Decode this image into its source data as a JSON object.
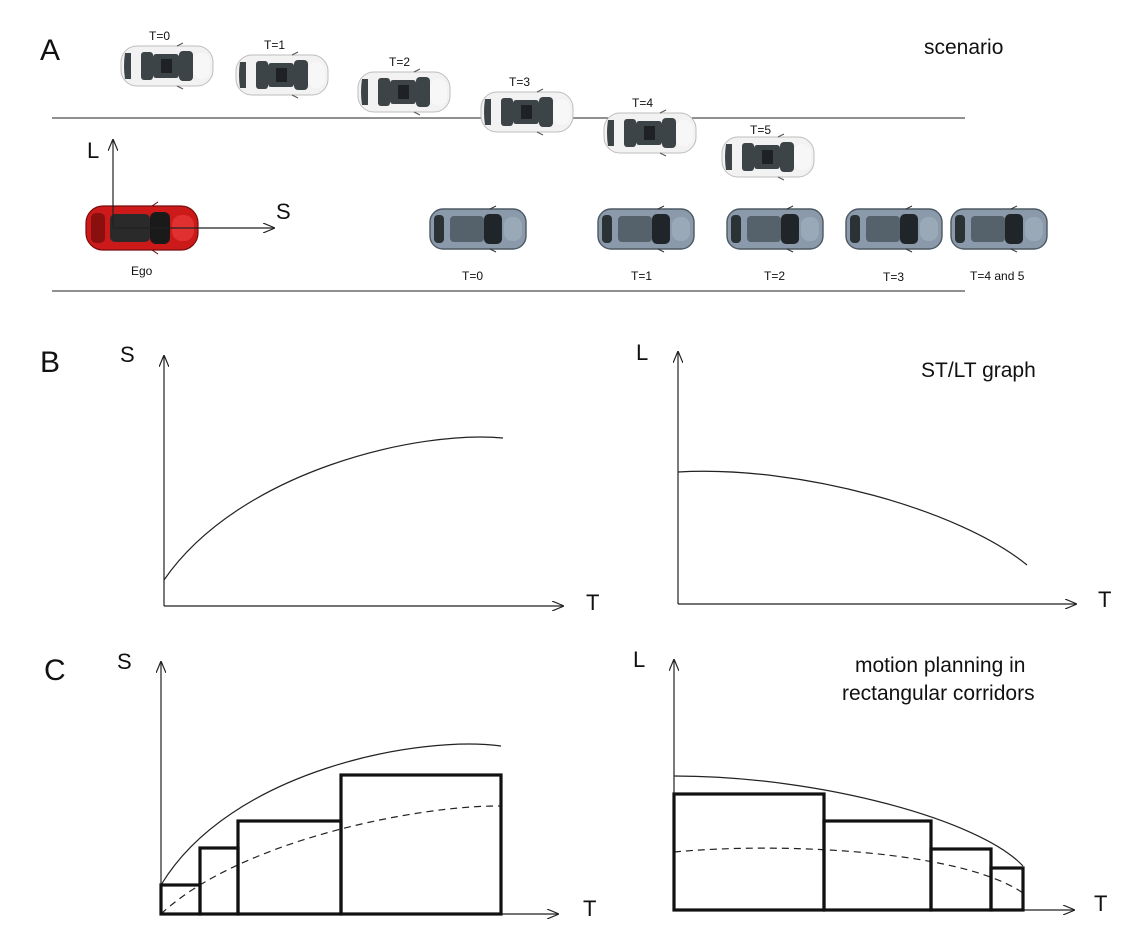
{
  "panels": {
    "a": {
      "label": "A",
      "title": "scenario",
      "axis_l": "L",
      "axis_s": "S",
      "ego_label": "Ego",
      "upper_car_times": [
        "T=0",
        "T=1",
        "T=2",
        "T=3",
        "T=4",
        "T=5"
      ],
      "lower_car_times": [
        "T=0",
        "T=1",
        "T=2",
        "T=3",
        "T=4 and 5"
      ]
    },
    "b": {
      "label": "B",
      "title": "ST/LT graph",
      "st": {
        "y_axis": "S",
        "x_axis": "T"
      },
      "lt": {
        "y_axis": "L",
        "x_axis": "T"
      }
    },
    "c": {
      "label": "C",
      "title_line1": "motion planning in",
      "title_line2": "rectangular corridors",
      "st": {
        "y_axis": "S",
        "x_axis": "T"
      },
      "lt": {
        "y_axis": "L",
        "x_axis": "T"
      }
    }
  },
  "colors": {
    "ego_car": "#cc1a1a",
    "other_car": "#f0f0f0",
    "lead_car": "#8a9aab",
    "line": "#222222"
  },
  "icons": {
    "car": "car-icon"
  }
}
